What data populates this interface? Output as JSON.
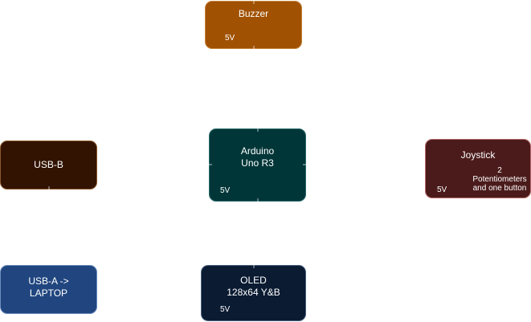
{
  "nodes": {
    "buzzer": {
      "label": "Buzzer",
      "voltage": "5V"
    },
    "arduino": {
      "label": "Arduino\nUno R3",
      "voltage": "5V"
    },
    "usb_b": {
      "label": "USB-B"
    },
    "joystick": {
      "label": "Joystick",
      "voltage": "5V",
      "note": "2\nPotentiometers\nand one button"
    },
    "usb_a": {
      "label": "USB-A ->\nLAPTOP"
    },
    "oled": {
      "label": "OLED\n128x64 Y&B",
      "voltage": "5V"
    }
  },
  "colors": {
    "buzzer": "#a05102",
    "arduino": "#013638",
    "usb_b": "#321200",
    "joystick": "#4b1b1b",
    "usb_a": "#21467f",
    "oled": "#0a1b32",
    "text": "#ffffff"
  }
}
